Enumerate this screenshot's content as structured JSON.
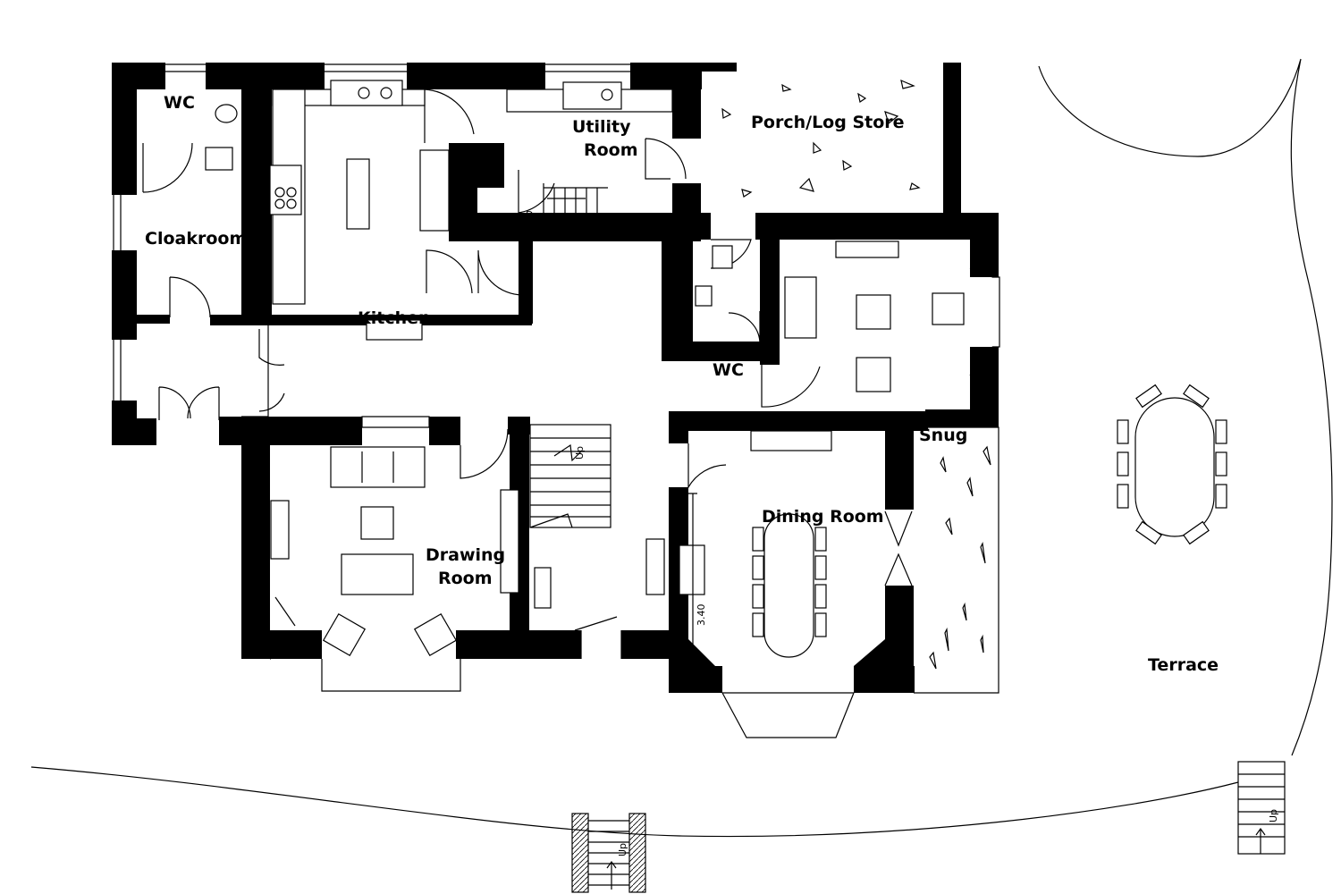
{
  "rooms": {
    "wc_upper": "WC",
    "cloakroom": "Cloakroom",
    "kitchen": "Kitchen",
    "utility_line1": "Utility",
    "utility_line2": "Room",
    "porch": "Porch/Log Store",
    "wc_center": "WC",
    "snug": "Snug",
    "drawing_line1": "Drawing",
    "drawing_line2": "Room",
    "dining": "Dining Room",
    "terrace": "Terrace"
  },
  "annotations": {
    "stair_up_main": "Up",
    "stair_down_utility": "Down",
    "stair_up_bottom": "Up",
    "stair_up_terrace": "Up",
    "dimension_dining": "3.40"
  }
}
